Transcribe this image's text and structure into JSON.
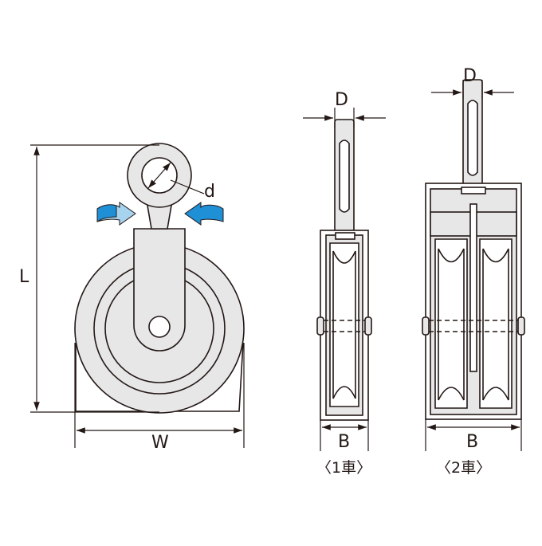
{
  "colors": {
    "stroke": "#231815",
    "fill": "#e7e7e8",
    "rotation_arrow": "#1f8fd6",
    "rotation_arrow_light": "#a7d3ef"
  },
  "labels": {
    "L": "L",
    "W": "W",
    "d": "d",
    "D_single": "D",
    "B_single": "B",
    "D_double": "D",
    "B_double": "B"
  },
  "captions": {
    "single": "〈1車〉",
    "double": "〈2車〉"
  },
  "icons": {
    "rotation_left": "swivel-arrow-left-icon",
    "rotation_right": "swivel-arrow-right-icon"
  }
}
